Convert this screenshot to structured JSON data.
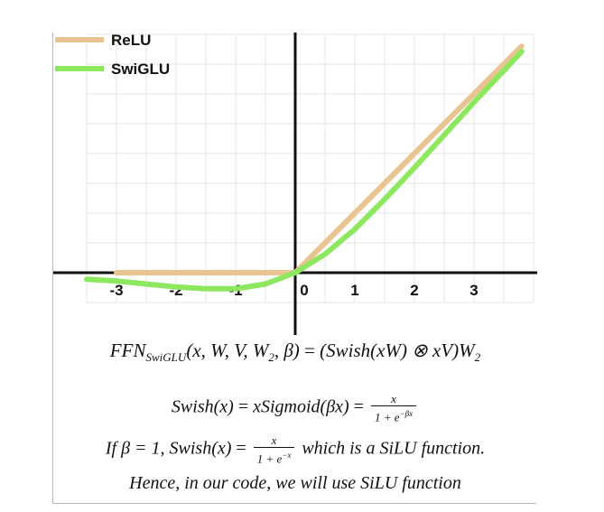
{
  "chart_data": {
    "type": "line",
    "xlim": [
      -3.5,
      4.0
    ],
    "ylim": [
      -0.5,
      4.0
    ],
    "x_ticks": [
      "-3",
      "-2",
      "-1",
      "0",
      "1",
      "2",
      "3"
    ],
    "grid": true,
    "legend_position": "top-left",
    "series": [
      {
        "name": "ReLU",
        "color": "#e9c391",
        "x": [
          -3.0,
          -2.0,
          -1.0,
          0.0,
          1.0,
          2.0,
          3.0,
          3.8
        ],
        "y": [
          0.0,
          0.0,
          0.0,
          0.0,
          1.0,
          2.0,
          3.0,
          3.8
        ]
      },
      {
        "name": "SwiGLU",
        "color": "#8ee85f",
        "x": [
          -3.5,
          -3.0,
          -2.5,
          -2.0,
          -1.5,
          -1.0,
          -0.5,
          0.0,
          0.5,
          1.0,
          1.5,
          2.0,
          2.5,
          3.0,
          3.5,
          3.8
        ],
        "y": [
          -0.11,
          -0.14,
          -0.19,
          -0.24,
          -0.27,
          -0.27,
          -0.19,
          0.0,
          0.31,
          0.73,
          1.23,
          1.76,
          2.31,
          2.86,
          3.39,
          3.71
        ]
      }
    ]
  },
  "formulas": {
    "ffn_lhs": "FFN",
    "ffn_sub": "SwiGLU",
    "ffn_args": "(x, W, V, W",
    "ffn_args_sub": "2",
    "ffn_args_end": ", β)",
    "ffn_eq": " = ",
    "ffn_rhs": "(Swish(xW) ⊗ xV)W",
    "ffn_rhs_sub": "2",
    "swish_lhs": "Swish(x)",
    "swish_eq1": " = ",
    "swish_mid": "xSigmoid(βx)",
    "swish_eq2": " = ",
    "swish_num": "x",
    "swish_den": "1 + e",
    "swish_den_sup": "−βx",
    "if_text": "If β = 1,  Swish(x)",
    "if_eq": " = ",
    "if_num": "x",
    "if_den": "1 + e",
    "if_den_sup": "−x",
    "if_tail": " which is a SiLU function.",
    "hence": "Hence,  in our code,  we will use SiLU function"
  }
}
